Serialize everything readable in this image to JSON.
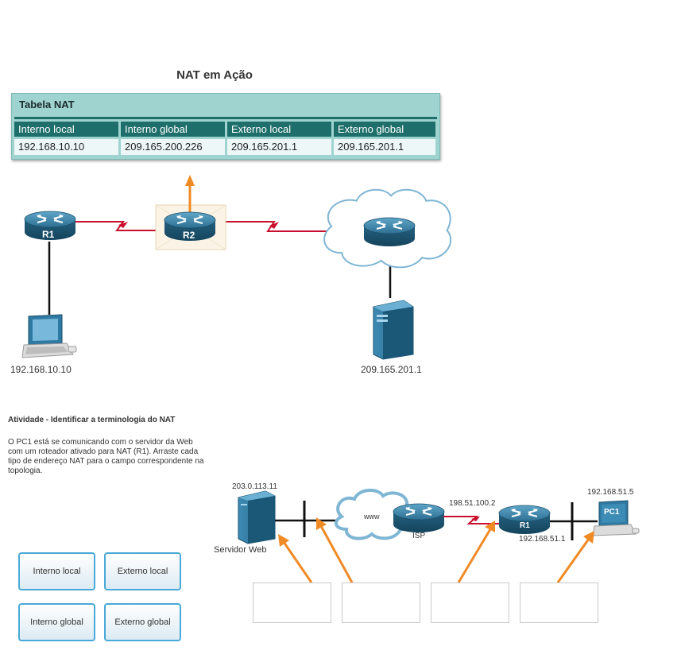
{
  "top_diagram": {
    "title": "NAT em Ação",
    "table": {
      "title": "Tabela NAT",
      "headers": [
        "Interno local",
        "Interno global",
        "Externo local",
        "Externo global"
      ],
      "row": [
        "192.168.10.10",
        "209.165.200.226",
        "209.165.201.1",
        "209.165.201.1"
      ]
    },
    "r1_label": "R1",
    "r2_label": "R2",
    "pc_ip": "192.168.10.10",
    "server_ip": "209.165.201.1"
  },
  "activity": {
    "title": "Atividade - Identificar a terminologia do NAT",
    "description": "O PC1 está se comunicando com o servidor da Web com um roteador ativado para NAT (R1). Arraste cada tipo de endereço NAT para o campo correspondente na topologia.",
    "terms": [
      "Interno local",
      "Externo local",
      "Interno global",
      "Externo global"
    ],
    "topology": {
      "server_ip": "203.0.113.11",
      "server_label": "Servidor Web",
      "cloud_label": "www",
      "isp_label": "ISP",
      "isp_r1_ip": "198.51.100.2",
      "r1_label": "R1",
      "r1_lan_ip": "192.168.51.1",
      "pc_ip": "192.168.51.5",
      "pc_label": "PC1"
    }
  },
  "colors": {
    "table_bg": "#9fd3d0",
    "table_header": "#1e6f6b",
    "serial_link": "#c8102e",
    "arrow": "#f08a24",
    "device_blue": "#2a6f93",
    "button_border": "#4aa9d8"
  }
}
